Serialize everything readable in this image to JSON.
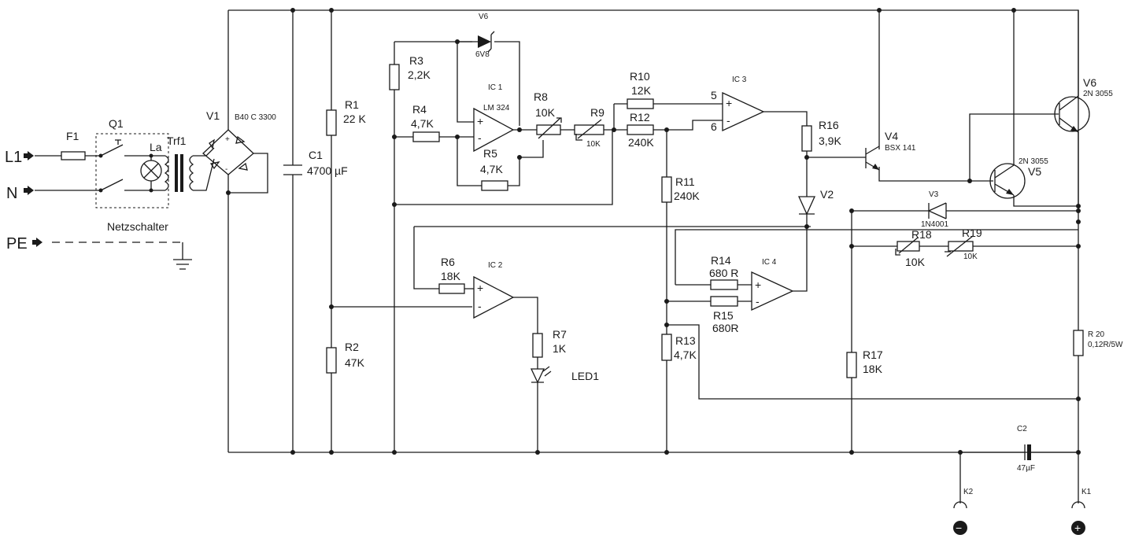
{
  "inputs": {
    "l1": "L1",
    "n": "N",
    "pe": "PE"
  },
  "switch": {
    "fuse": "F1",
    "switch": "Q1",
    "lamp": "La",
    "transformer": "Trf1",
    "caption": "Netzschalter"
  },
  "rectifier": {
    "name": "V1",
    "part": "B40 C 3300"
  },
  "c1": {
    "name": "C1",
    "value": "4700 µF"
  },
  "r1": {
    "name": "R1",
    "value": "22 K"
  },
  "r2": {
    "name": "R2",
    "value": "47K"
  },
  "r3": {
    "name": "R3",
    "value": "2,2K"
  },
  "r4": {
    "name": "R4",
    "value": "4,7K"
  },
  "r5": {
    "name": "R5",
    "value": "4,7K"
  },
  "r6": {
    "name": "R6",
    "value": "18K"
  },
  "r7": {
    "name": "R7",
    "value": "1K"
  },
  "r8": {
    "name": "R8",
    "value": "10K"
  },
  "r9": {
    "name": "R9",
    "value": "10K"
  },
  "r10": {
    "name": "R10",
    "value": "12K"
  },
  "r11": {
    "name": "R11",
    "value": "240K"
  },
  "r12": {
    "name": "R12",
    "value": "240K"
  },
  "r13": {
    "name": "R13",
    "value": "4,7K"
  },
  "r14": {
    "name": "R14",
    "value": "680 R"
  },
  "r15": {
    "name": "R15",
    "value": "680R"
  },
  "r16": {
    "name": "R16",
    "value": "3,9K"
  },
  "r17": {
    "name": "R17",
    "value": "18K"
  },
  "r18": {
    "name": "R18",
    "value": "10K"
  },
  "r19": {
    "name": "R19",
    "value": "10K"
  },
  "r20": {
    "name": "R 20",
    "value": "0,12R/5W"
  },
  "zener": {
    "name": "V6",
    "value": "6V8"
  },
  "led": {
    "name": "LED1"
  },
  "v2": {
    "name": "V2"
  },
  "v3": {
    "name": "V3",
    "part": "1N4001"
  },
  "v4": {
    "name": "V4",
    "part": "BSX 141"
  },
  "v5": {
    "name": "V5",
    "part": "2N 3055"
  },
  "v6t": {
    "name": "V6",
    "part": "2N 3055"
  },
  "c2": {
    "name": "C2",
    "value": "47µF"
  },
  "ic1": {
    "name": "IC 1",
    "part": "LM 324",
    "plus": "+",
    "minus": "-"
  },
  "ic2": {
    "name": "IC 2",
    "plus": "+",
    "minus": "-"
  },
  "ic3": {
    "name": "IC 3",
    "plus": "+",
    "minus": "-",
    "pin5": "5",
    "pin6": "6"
  },
  "ic4": {
    "name": "IC 4",
    "plus": "+",
    "minus": "-"
  },
  "k1": {
    "name": "K1",
    "symbol": "+"
  },
  "k2": {
    "name": "K2",
    "symbol": "−"
  }
}
